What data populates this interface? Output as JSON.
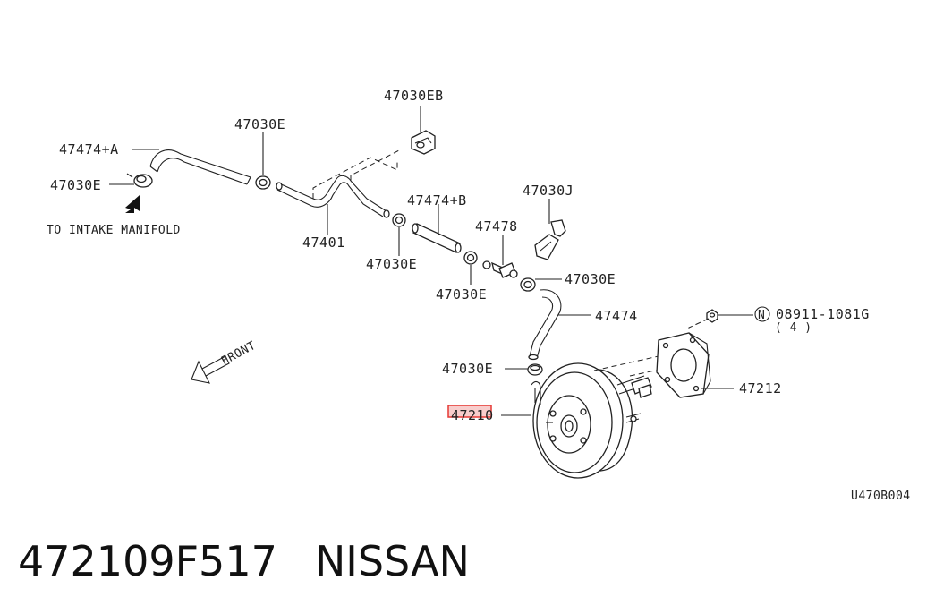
{
  "diagram": {
    "labels": {
      "p47030EB": "47030EB",
      "p47030E_top": "47030E",
      "p47474A": "47474+A",
      "p47030E_left": "47030E",
      "intake": "TO INTAKE MANIFOLD",
      "p47401": "47401",
      "p47474B": "47474+B",
      "p47030J": "47030J",
      "p47478": "47478",
      "p47030E_mid": "47030E",
      "p47030E_mid2": "47030E",
      "p47030E_right": "47030E",
      "p47474": "47474",
      "p08911": "08911-1081G",
      "qty": "( 4 )",
      "p47030E_low": "47030E",
      "front": "FRONT",
      "p47212": "47212",
      "p47210": "47210",
      "code": "U470B004",
      "n_symbol": "N"
    },
    "highlight_color": "#e53935"
  },
  "footer": {
    "part_number": "472109F517",
    "brand": "NISSAN"
  }
}
